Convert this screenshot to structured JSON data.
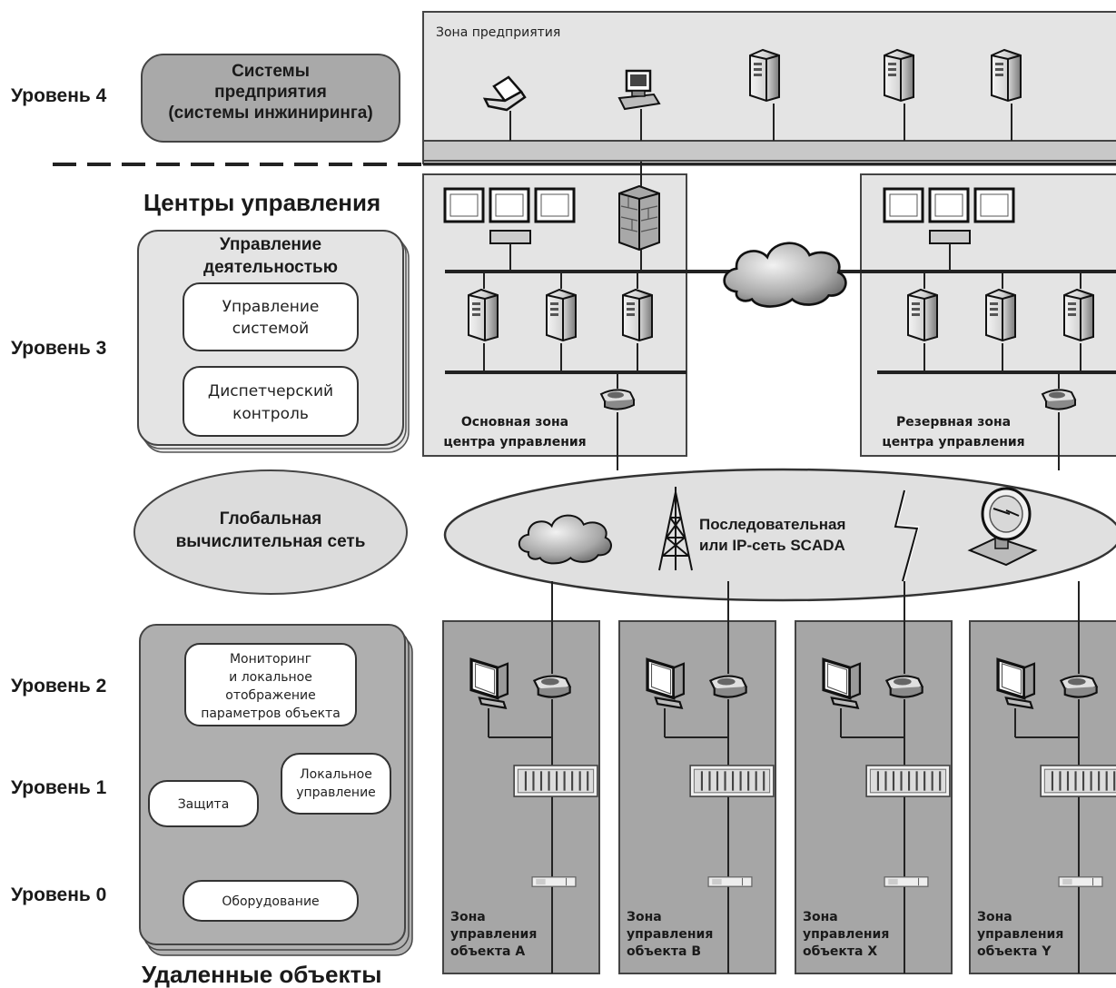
{
  "levels": {
    "l4": "Уровень 4",
    "l3": "Уровень 3",
    "l2": "Уровень 2",
    "l1": "Уровень 1",
    "l0": "Уровень 0"
  },
  "enterprise_systems": [
    "Системы",
    "предприятия",
    "(системы инжиниринга)"
  ],
  "enterprise_zone": "Зона предприятия",
  "control_centers_title": "Центры управления",
  "operations": {
    "title": [
      "Управление",
      "деятельностью"
    ],
    "system_control": [
      "Управление",
      "системой"
    ],
    "dispatch": [
      "Диспетчерский",
      "контроль"
    ]
  },
  "primary_zone": [
    "Основная зона",
    "центра управления"
  ],
  "backup_zone": [
    "Резервная зона",
    "центра управления"
  ],
  "wan": [
    "Глобальная",
    "вычислительная сеть"
  ],
  "scada_net": [
    "Последовательная",
    "или IP-сеть SCADA"
  ],
  "field": {
    "monitoring": [
      "Мониторинг",
      "и локальное",
      "отображение",
      "параметров объекта"
    ],
    "protection": "Защита",
    "local_control": [
      "Локальное",
      "управление"
    ],
    "equipment": "Оборудование"
  },
  "remote_sites_title": "Удаленные объекты",
  "sites": [
    [
      "Зона",
      "управления",
      "объекта A"
    ],
    [
      "Зона",
      "управления",
      "объекта B"
    ],
    [
      "Зона",
      "управления",
      "объекта X"
    ],
    [
      "Зона",
      "управления",
      "объекта Y"
    ]
  ]
}
